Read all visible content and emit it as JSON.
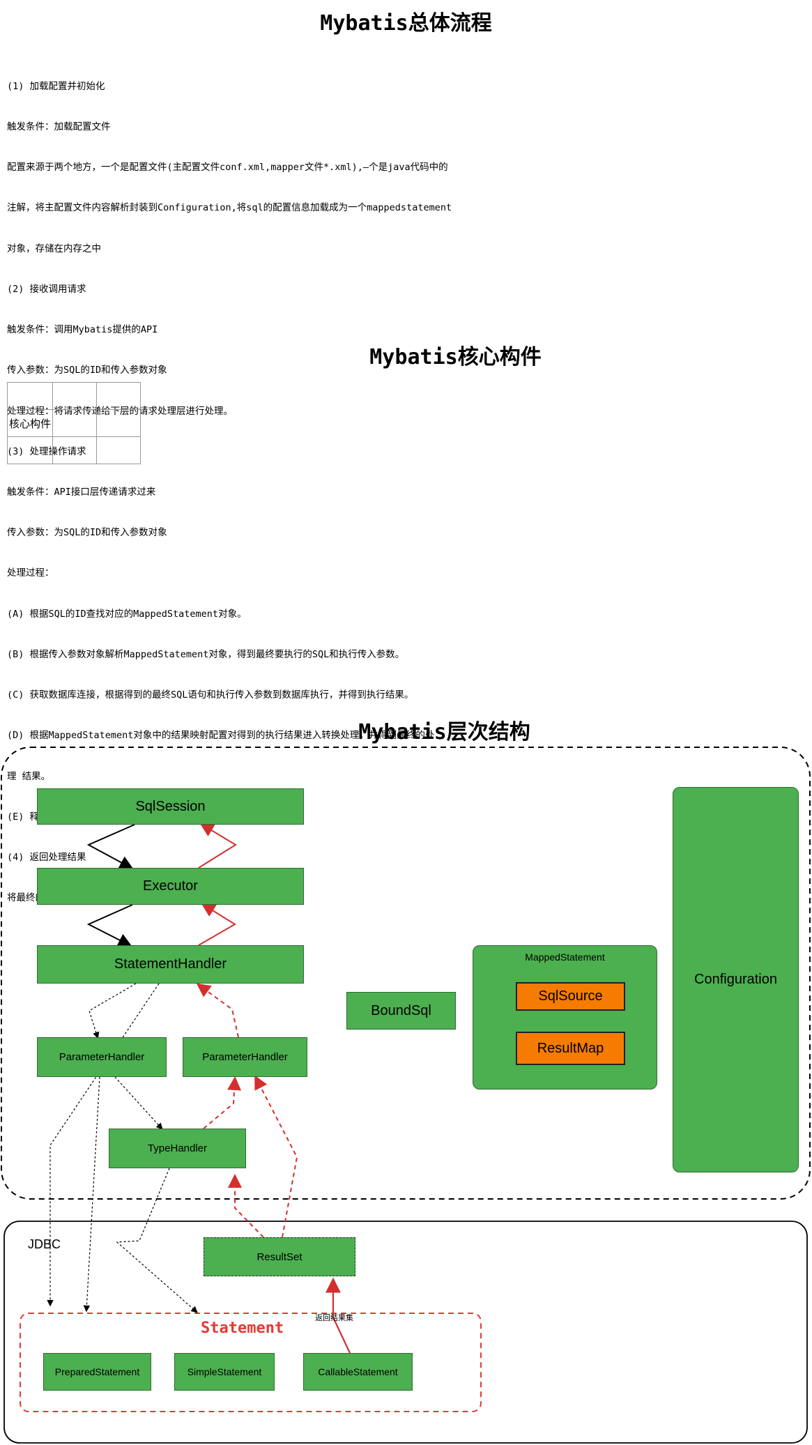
{
  "sections": {
    "flow_title": "Mybatis总体流程",
    "core_title": "Mybatis核心构件",
    "layer_title": "Mybatis层次结构"
  },
  "flow_lines": [
    "(1) 加载配置并初始化",
    "触发条件：加载配置文件",
    "配置来源于两个地方，一个是配置文件(主配置文件conf.xml,mapper文件*.xml),—个是java代码中的",
    "注解，将主配置文件内容解析封装到Configuration,将sql的配置信息加载成为一个mappedstatement",
    "对象，存储在内存之中",
    "(2) 接收调用请求",
    "触发条件：调用Mybatis提供的API",
    "传入参数：为SQL的ID和传入参数对象",
    "处理过程：将请求传递给下层的请求处理层进行处理。",
    "(3) 处理操作请求",
    "触发条件：API接口层传递请求过来",
    "传入参数：为SQL的ID和传入参数对象",
    "处理过程：",
    "(A) 根据SQL的ID查找对应的MappedStatement对象。",
    "(B) 根据传入参数对象解析MappedStatement对象，得到最终要执行的SQL和执行传入参数。",
    "(C) 获取数据库连接，根据得到的最终SQL语句和执行传入参数到数据库执行，并得到执行结果。",
    "(D) 根据MappedStatement对象中的结果映射配置对得到的执行结果进入转换处理，并得到最终的处",
    "理 结果。",
    "(E) 释放连接资源。",
    "(4) 返回处理结果",
    "将最终的处理结果返回。"
  ],
  "core_table": {
    "label": "核心构件"
  },
  "diagram": {
    "sqlsession": "SqlSession",
    "executor": "Executor",
    "statement_handler": "StatementHandler",
    "parameter_handler_left": "ParameterHandler",
    "parameter_handler_right": "ParameterHandler",
    "type_handler": "TypeHandler",
    "bound_sql": "BoundSql",
    "mapped_statement": "MappedStatement",
    "sql_source": "SqlSource",
    "result_map": "ResultMap",
    "configuration": "Configuration",
    "jdbc": "JDBC",
    "result_set": "ResultSet",
    "statement": "Statement",
    "prepared_statement": "PreparedStatement",
    "simple_statement": "SimpleStatement",
    "callable_statement": "CallableStatement",
    "return_result_label": "返回结果集"
  },
  "colors": {
    "box_green": "#4caf50",
    "box_orange": "#f57c00",
    "arrow_red": "#d32f2f",
    "statement_red": "#e53935"
  }
}
